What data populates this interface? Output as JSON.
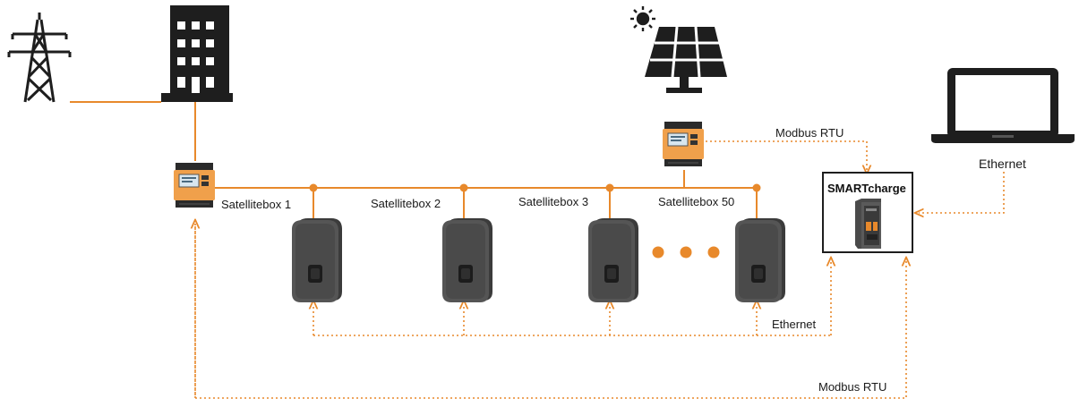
{
  "labels": {
    "satellitebox_1": "Satellitebox 1",
    "satellitebox_2": "Satellitebox 2",
    "satellitebox_3": "Satellitebox 3",
    "satellitebox_50": "Satellitebox 50",
    "modbus_rtu_top": "Modbus RTU",
    "ethernet_laptop": "Ethernet",
    "ethernet_bottom": "Ethernet",
    "modbus_rtu_bottom": "Modbus RTU",
    "controller_title": "SMARTcharge"
  },
  "colors": {
    "accent": "#e8892b",
    "dark": "#1e1e1e",
    "charger": "#4a4a4a",
    "meter_orange": "#f0a04b"
  },
  "icons": [
    "power-pylon-icon",
    "building-icon",
    "sun-icon",
    "solar-panel-icon",
    "laptop-icon",
    "energy-meter-icon",
    "ev-charger-icon",
    "controller-device-icon"
  ]
}
